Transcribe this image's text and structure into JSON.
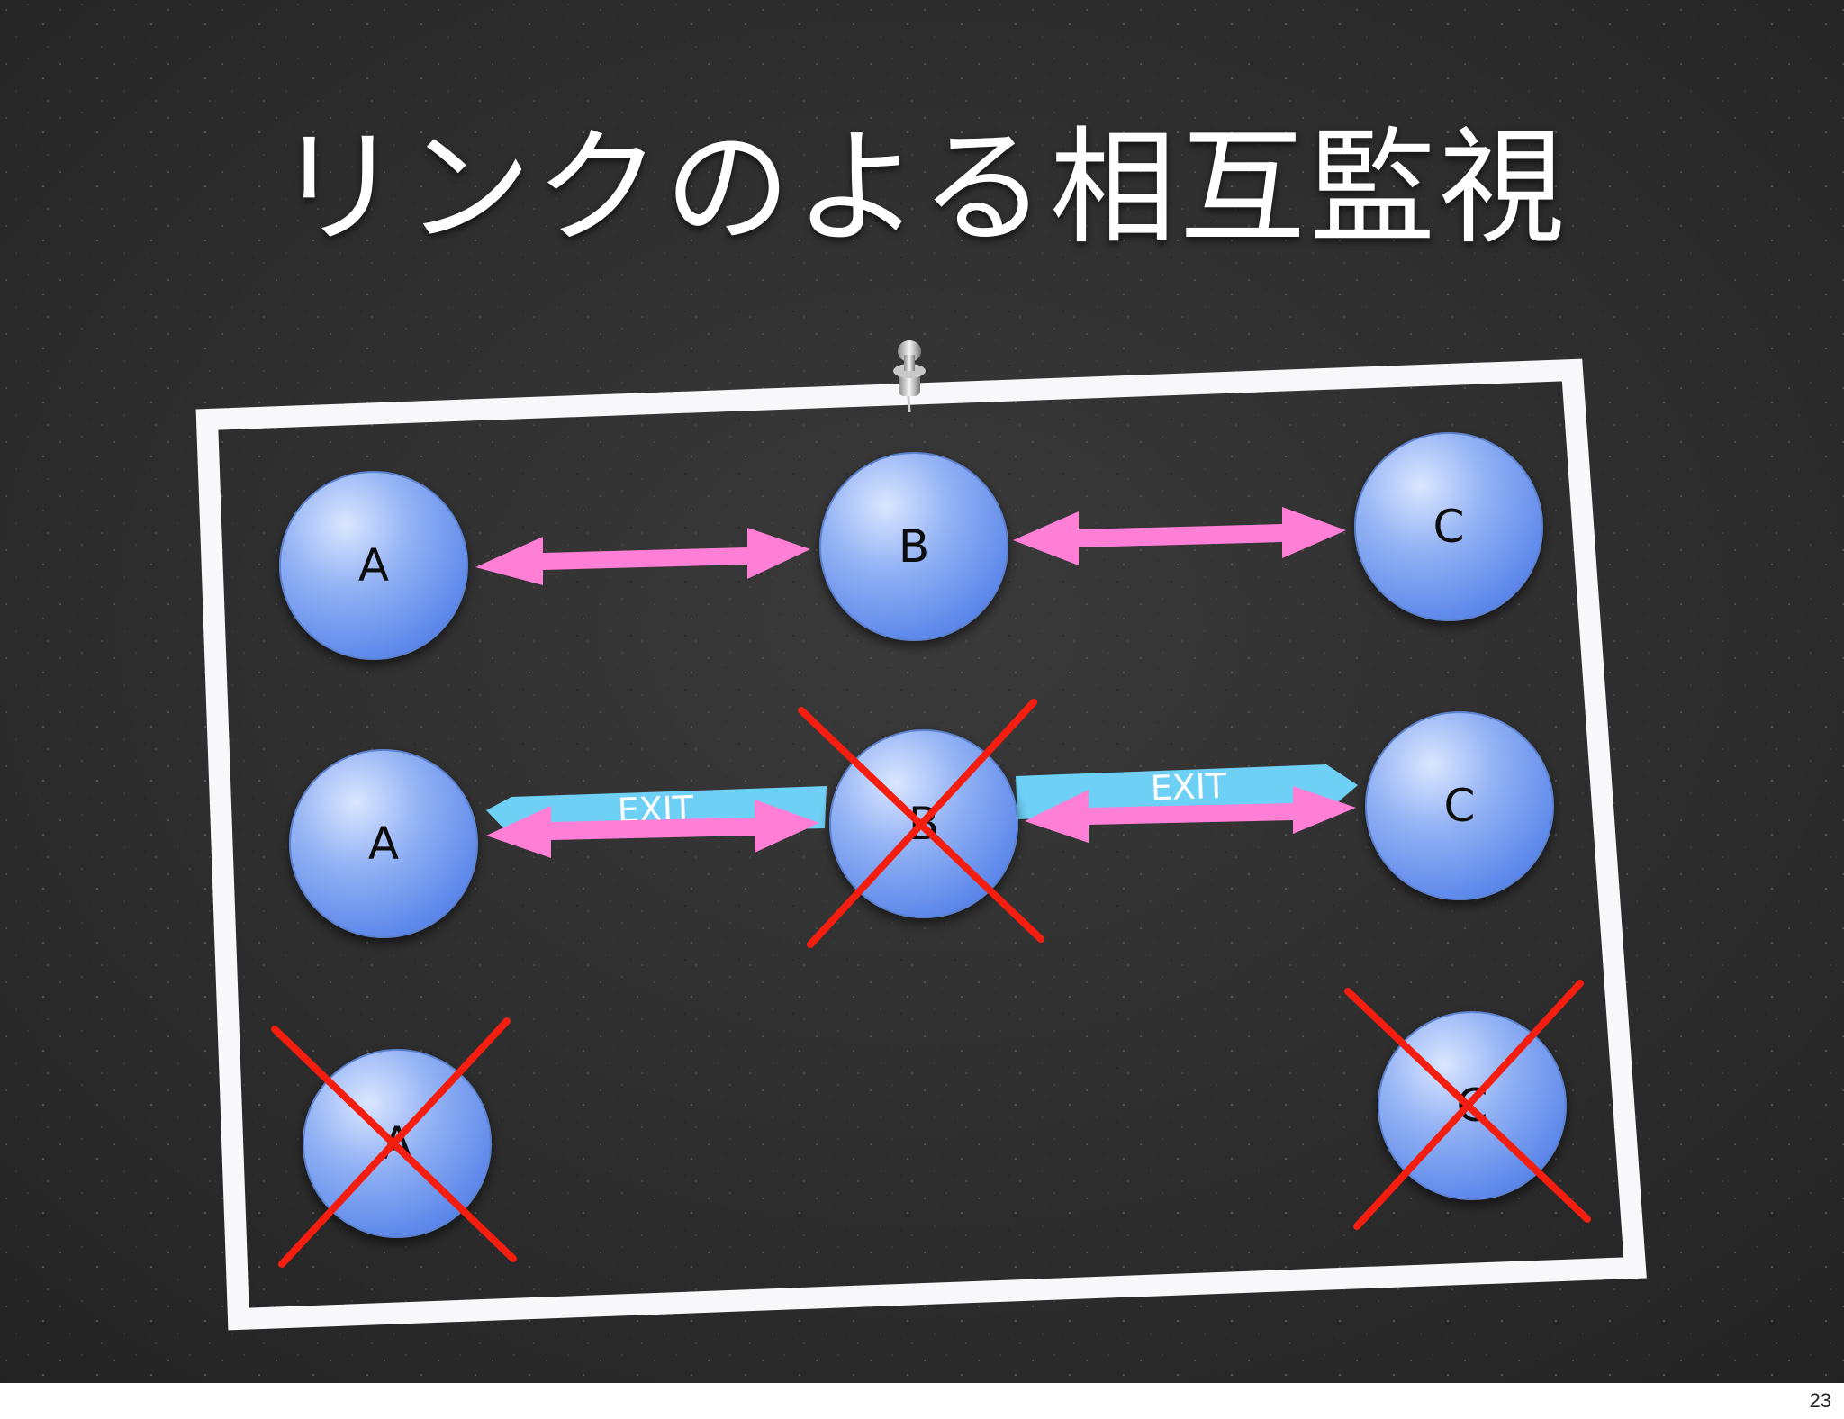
{
  "slide": {
    "title": "リンクのよる相互監視",
    "page_number": "23"
  },
  "diagram": {
    "rows": [
      {
        "nodes": [
          {
            "label": "A",
            "crossed": false
          },
          {
            "label": "B",
            "crossed": false
          },
          {
            "label": "C",
            "crossed": false
          }
        ],
        "links": [
          {
            "from": "A",
            "to": "B"
          },
          {
            "from": "B",
            "to": "C"
          }
        ]
      },
      {
        "nodes": [
          {
            "label": "A",
            "crossed": false
          },
          {
            "label": "B",
            "crossed": true
          },
          {
            "label": "C",
            "crossed": false
          }
        ],
        "links": [
          {
            "from": "A",
            "to": "B"
          },
          {
            "from": "B",
            "to": "C"
          }
        ],
        "signals": [
          {
            "label": "EXIT",
            "direction": "to A"
          },
          {
            "label": "EXIT",
            "direction": "to C"
          }
        ]
      },
      {
        "nodes": [
          {
            "label": "A",
            "crossed": true
          },
          {
            "label": "C",
            "crossed": true
          }
        ]
      }
    ],
    "colors": {
      "background": "#2e2e2e",
      "frame": "#ffffff",
      "node_fill": "#6f97ee",
      "node_text": "#111111",
      "link_arrow": "#ff7fd6",
      "exit_arrow": "#6fd0f5",
      "cross": "#f41e10"
    }
  }
}
